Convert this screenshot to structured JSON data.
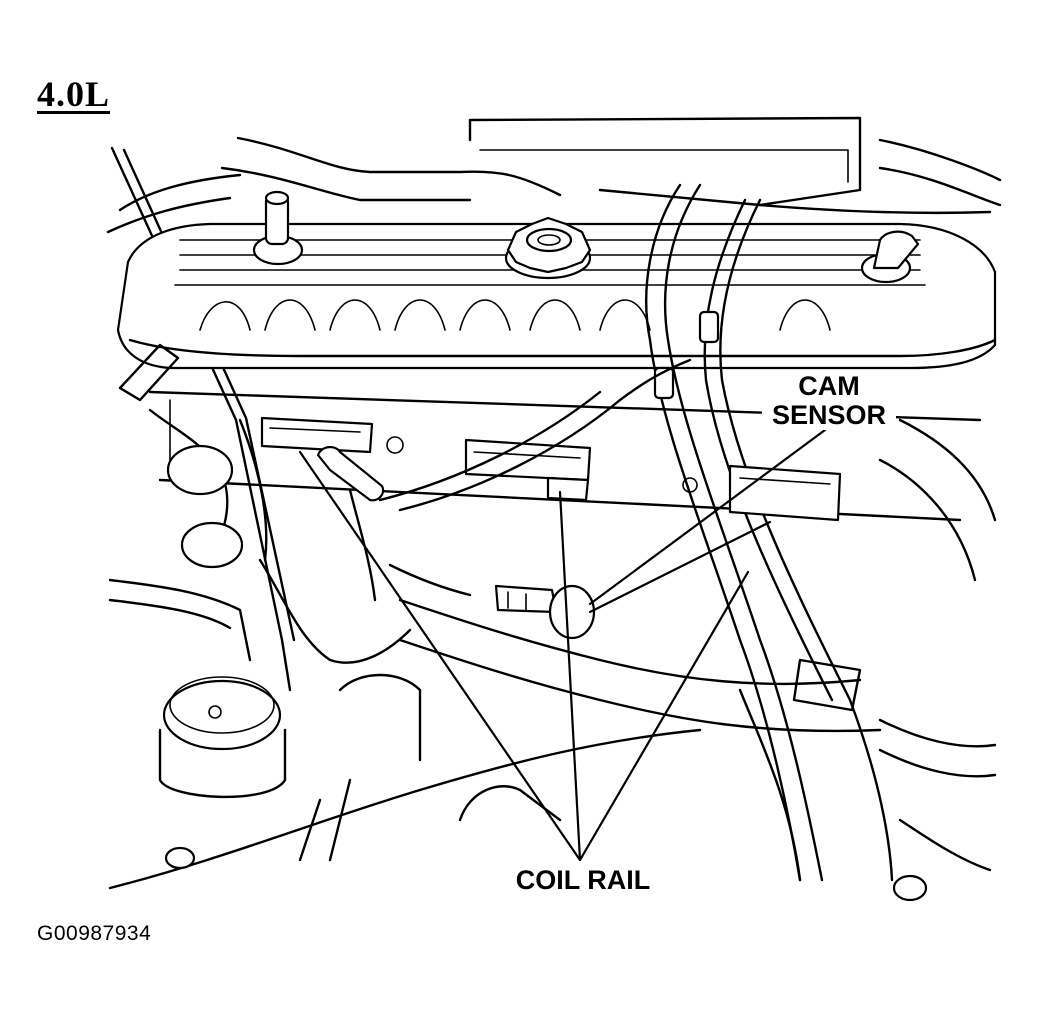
{
  "diagram": {
    "engine_label": "4.0L",
    "callouts": {
      "cam_sensor": [
        "CAM",
        "SENSOR"
      ],
      "coil_rail": "COIL RAIL"
    },
    "figure_id": "G00987934"
  }
}
